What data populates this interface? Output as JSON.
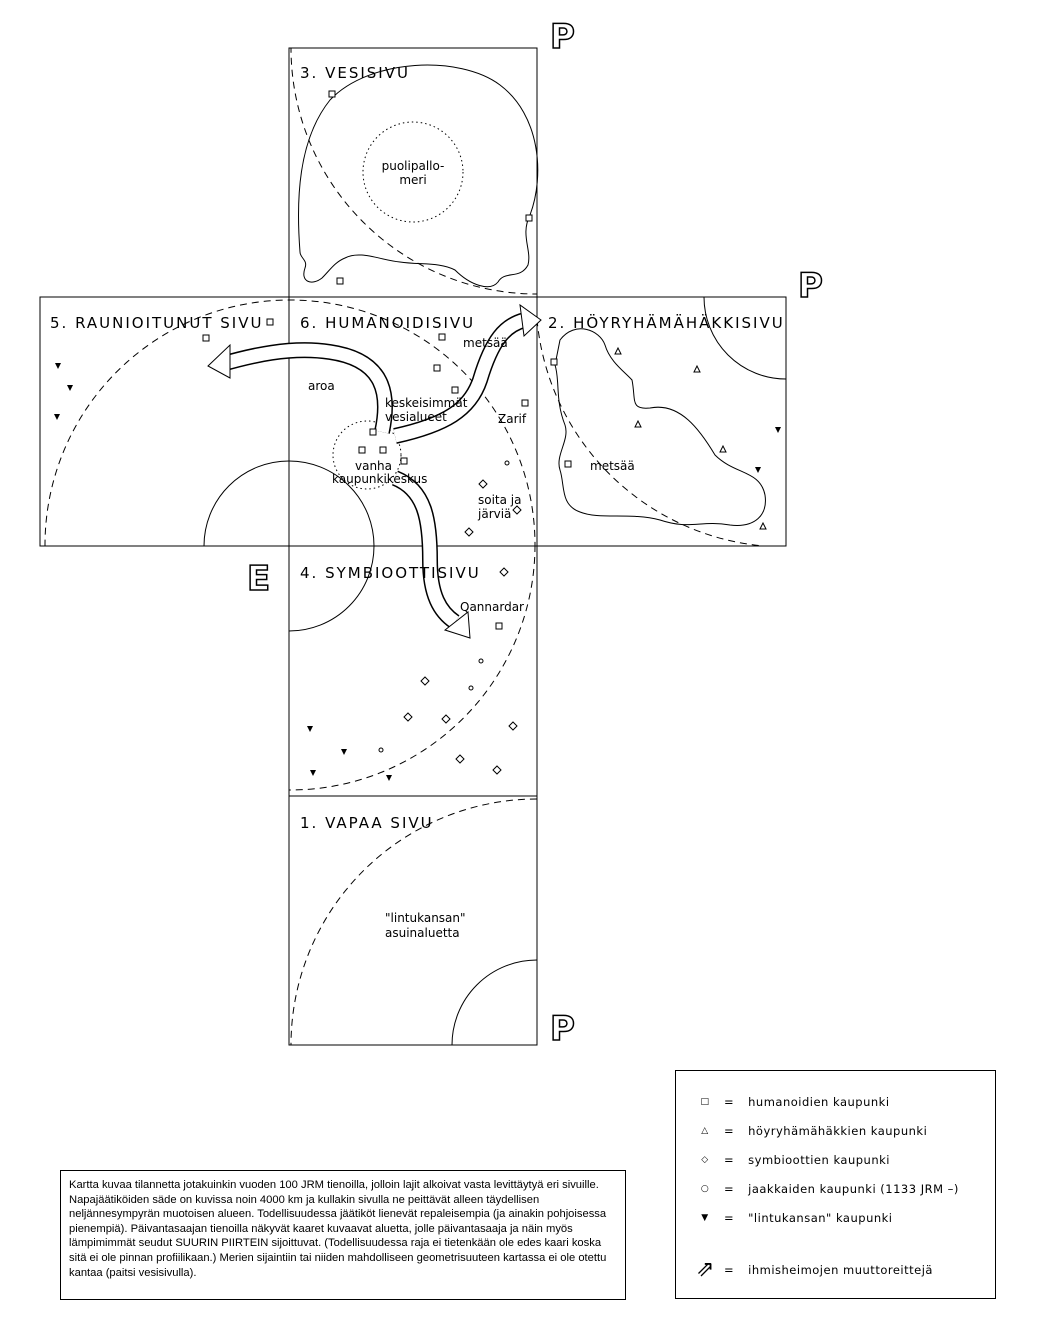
{
  "faces": {
    "f1": "1.  VAPAA  SIVU",
    "f2": "2.  HÖYRYHÄMÄHÄKKISIVU",
    "f3": "3.  VESISIVU",
    "f4": "4.  SYMBIOOTTISIVU",
    "f5": "5.  RAUNIOITUNUT  SIVU",
    "f6": "6.  HUMANOIDISIVU"
  },
  "poles": {
    "p_top": "P",
    "p_right": "P",
    "p_bottom": "P",
    "e_left": "E"
  },
  "places": {
    "sea_1": "puolipallo-",
    "sea_2": "meri",
    "forest6": "metsää",
    "steppe": "aroa",
    "water_1": "keskeisimmät",
    "water_2": "vesialueet",
    "zarif": "Zarif",
    "old_1": "vanha",
    "old_2": "kaupunkikeskus",
    "swamp_1": "soita  ja",
    "swamp_2": "järviä",
    "forest2": "metsää",
    "qannardar": "Qannardar",
    "bird_1": "\"lintukansan\"",
    "bird_2": "asuinaluetta"
  },
  "legend": [
    {
      "symbol": "□",
      "label": "humanoidien  kaupunki"
    },
    {
      "symbol": "△",
      "label": "höyryhämähäkkien  kaupunki"
    },
    {
      "symbol": "◇",
      "label": "symbioottien  kaupunki"
    },
    {
      "symbol": "○",
      "label": "jaakkaiden  kaupunki  (1133  JRM  –)"
    },
    {
      "symbol": "▼",
      "label": "\"lintukansan\"  kaupunki"
    },
    {
      "symbol": "⇗",
      "label": "ihmisheimojen  muuttoreittejä"
    }
  ],
  "legend_eq": "=",
  "description": "Kartta kuvaa tilannetta jotakuinkin vuoden 100 JRM tienoilla, jolloin lajit alkoivat vasta levittäytyä eri sivuille. Napajäätiköiden säde on kuvissa noin 4000 km ja kullakin sivulla ne peittävät alleen täydellisen neljännesympyrän muotoisen alueen. Todellisuudessa jäätiköt lienevät repaleisempia (ja ainakin pohjoisessa pienempiä). Päivantasaajan tienoilla näkyvät kaaret kuvaavat aluetta, jolle päivantasaaja ja näin myös lämpimimmät seudut SUURIN PIIRTEIN sijoittuvat. (Todellisuudessa raja ei tietenkään ole edes kaari koska sitä ei ole pinnan profiilikaan.) Merien sijaintiin tai niiden mahdolliseen geometrisuuteen kartassa ei ole otettu kantaa (paitsi vesisivulla)."
}
